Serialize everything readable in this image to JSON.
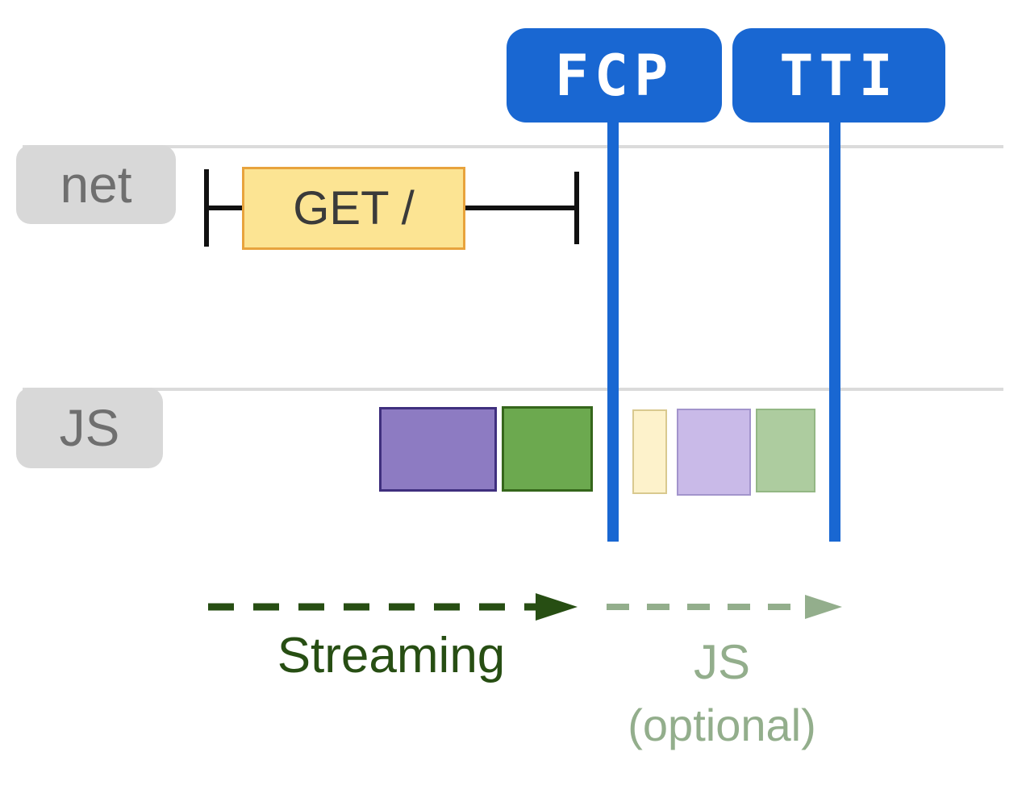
{
  "milestones": [
    {
      "label": "FCP"
    },
    {
      "label": "TTI"
    }
  ],
  "lanes": [
    {
      "label": "net"
    },
    {
      "label": "JS"
    }
  ],
  "network_request": {
    "label": "GET /"
  },
  "legend": {
    "streaming": {
      "label": "Streaming"
    },
    "js": {
      "label": "JS",
      "sublabel": "(optional)"
    }
  },
  "colors": {
    "milestone-blue": "#1967D2",
    "lane-line-gray": "#DBDBDB",
    "lane-label-gray": "#D8D8D8",
    "lane-text-gray": "#6F6F6F",
    "request-yellow": "#FCE493",
    "request-yellow-border": "#E8A33D",
    "block-purple": "#8D7BC2",
    "block-purple-border": "#3F2F7E",
    "block-green": "#6CA94F",
    "block-green-border": "#35661B",
    "block-pale-yellow": "#FDF2CB",
    "block-pale-yellow-border": "#D9C98F",
    "block-pale-purple": "#C9BAE8",
    "block-pale-purple-border": "#A294CC",
    "block-pale-green": "#ADCC9F",
    "block-pale-green-border": "#93B784",
    "dark-green": "#274E13",
    "sage-green": "#93AE8C"
  }
}
